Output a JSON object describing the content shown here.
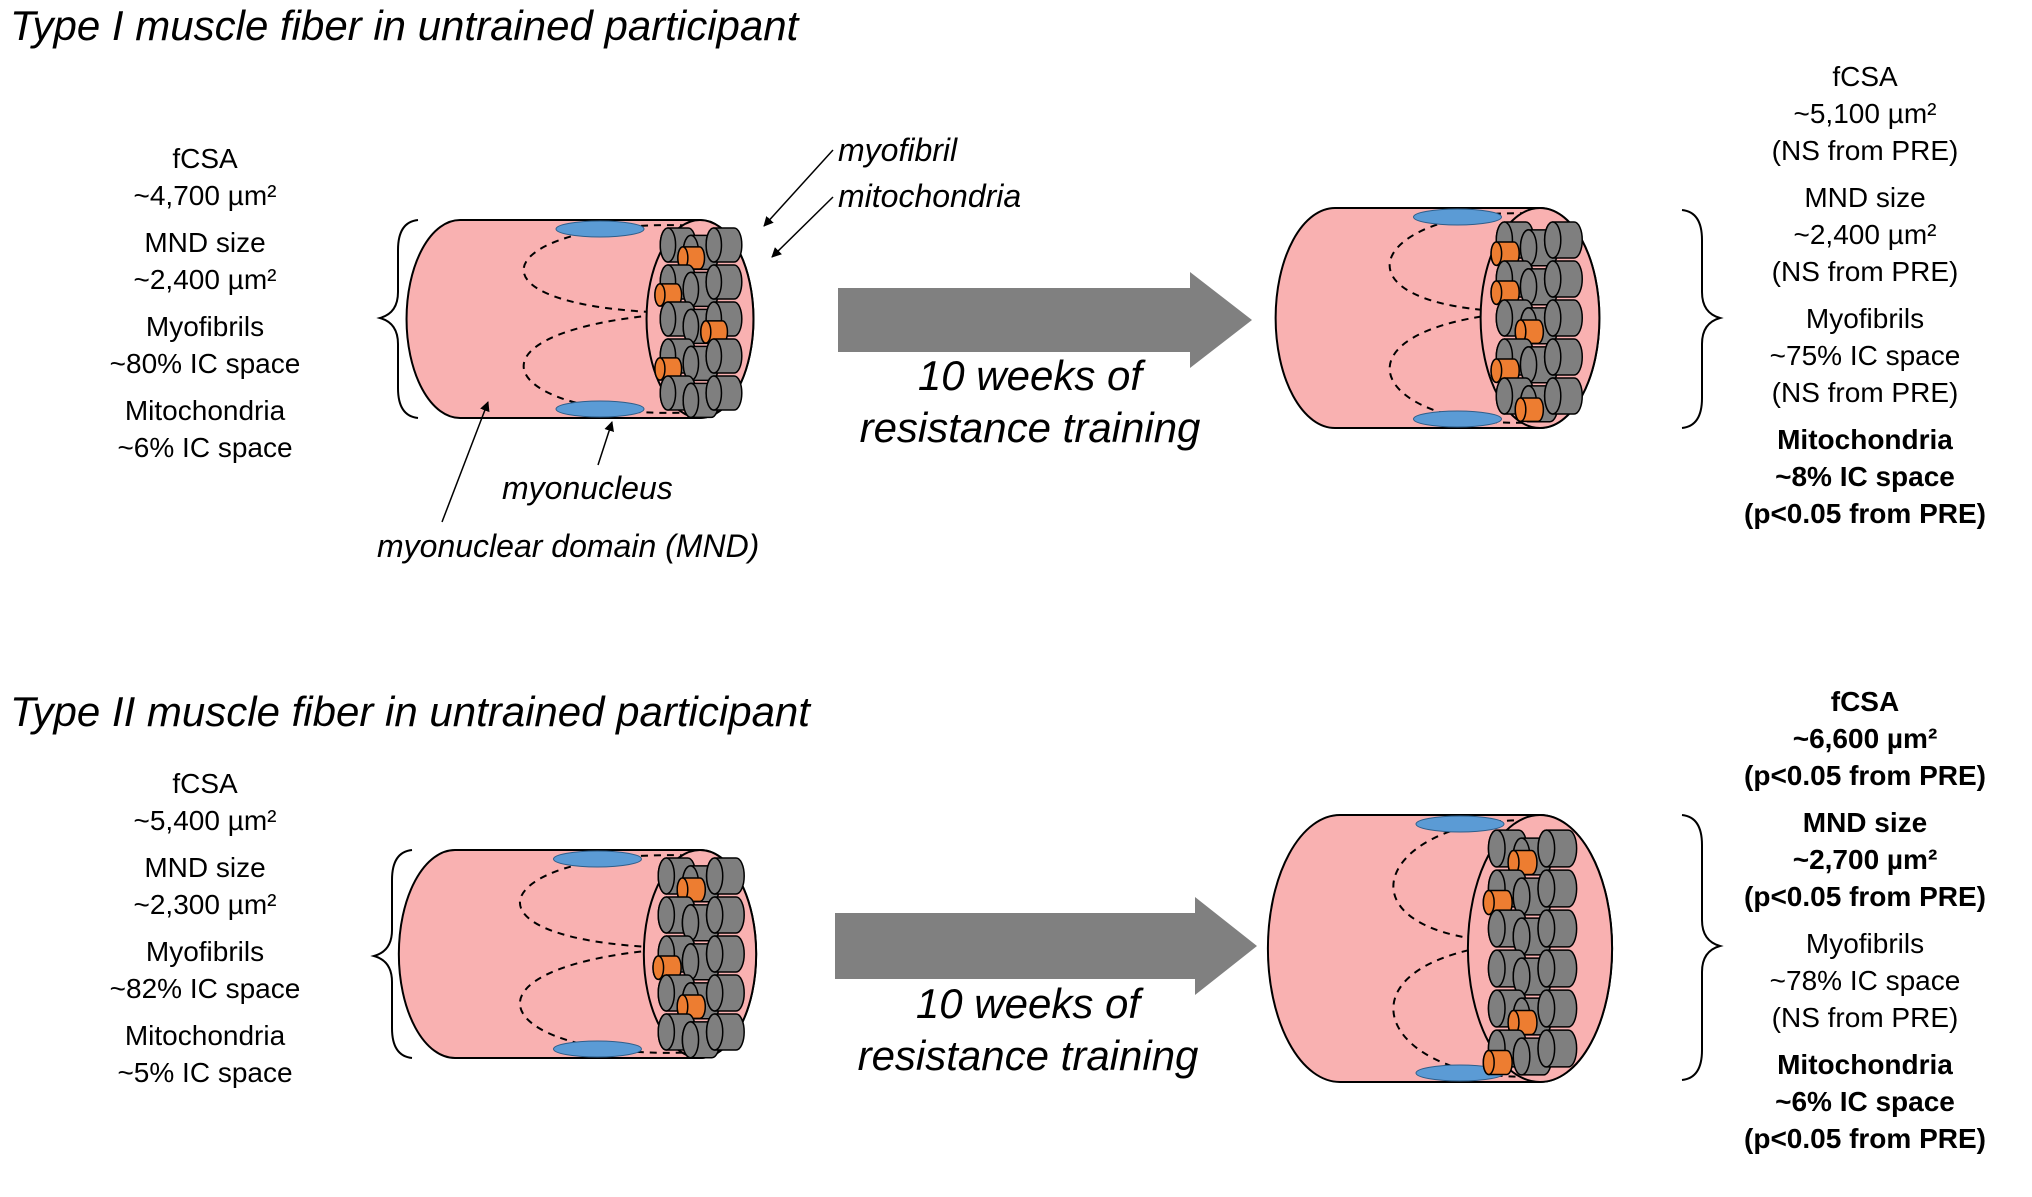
{
  "panels": [
    {
      "title": "Type I muscle fiber in untrained participant",
      "pre": [
        {
          "lines": [
            "fCSA",
            "~4,700 µm²"
          ],
          "bold": false
        },
        {
          "lines": [
            "MND size",
            "~2,400 µm²"
          ],
          "bold": false
        },
        {
          "lines": [
            "Myofibrils",
            "~80% IC space"
          ],
          "bold": false
        },
        {
          "lines": [
            "Mitochondria",
            "~6% IC space"
          ],
          "bold": false
        }
      ],
      "arrow_label": [
        "10 weeks of",
        "resistance training"
      ],
      "post": [
        {
          "lines": [
            "fCSA",
            "~5,100 µm²",
            "(NS from PRE)"
          ],
          "bold": false
        },
        {
          "lines": [
            "MND size",
            "~2,400 µm²",
            "(NS from PRE)"
          ],
          "bold": false
        },
        {
          "lines": [
            "Myofibrils",
            "~75% IC space",
            "(NS from PRE)"
          ],
          "bold": false
        },
        {
          "lines": [
            "Mitochondria",
            "~8% IC space",
            "(p<0.05 from PRE)"
          ],
          "bold": true
        }
      ]
    },
    {
      "title": "Type II muscle fiber in untrained participant",
      "pre": [
        {
          "lines": [
            "fCSA",
            "~5,400 µm²"
          ],
          "bold": false
        },
        {
          "lines": [
            "MND size",
            "~2,300 µm²"
          ],
          "bold": false
        },
        {
          "lines": [
            "Myofibrils",
            "~82% IC space"
          ],
          "bold": false
        },
        {
          "lines": [
            "Mitochondria",
            "~5% IC space"
          ],
          "bold": false
        }
      ],
      "arrow_label": [
        "10 weeks of",
        "resistance training"
      ],
      "post": [
        {
          "lines": [
            "fCSA",
            "~6,600 µm²",
            "(p<0.05 from PRE)"
          ],
          "bold": true
        },
        {
          "lines": [
            "MND size",
            "~2,700 µm²",
            "(p<0.05 from PRE)"
          ],
          "bold": true
        },
        {
          "lines": [
            "Myofibrils",
            "~78% IC space",
            "(NS from PRE)"
          ],
          "bold": false
        },
        {
          "lines": [
            "Mitochondria",
            "~6% IC space",
            "(p<0.05 from PRE)"
          ],
          "bold": true
        }
      ]
    }
  ],
  "annotations": {
    "myofibril": "myofibril",
    "mitochondria": "mitochondria",
    "myonucleus": "myonucleus",
    "mnd": "myonuclear domain (MND)"
  },
  "colors": {
    "fiber": "#f9b1b1",
    "myofibril": "#7f7f7f",
    "mitochondria": "#ed7d31",
    "nucleus": "#5b9bd5",
    "arrow": "#808080"
  }
}
